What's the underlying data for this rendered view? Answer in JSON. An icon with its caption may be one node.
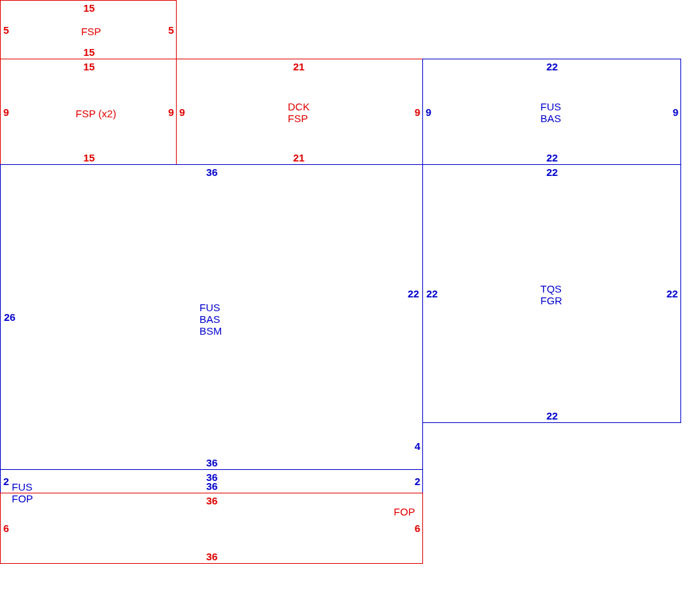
{
  "diagram": {
    "nodes": [
      {
        "text": [
          "15",
          "5",
          "FSP",
          "5",
          "15"
        ]
      },
      {
        "text": [
          "15",
          "9",
          "FSP (x2)",
          "9",
          "15"
        ]
      },
      {
        "text": [
          "21",
          "9",
          "DCK FSP",
          "9",
          "21"
        ]
      },
      {
        "text": [
          "22",
          "9",
          "FUS BAS",
          "9",
          "22"
        ]
      },
      {
        "text": [
          "36",
          "26",
          "FUS BAS BSM",
          "22",
          "4",
          "36"
        ]
      },
      {
        "text": [
          "22",
          "22",
          "TQS FGR",
          "22",
          "22"
        ]
      },
      {
        "text": [
          "36",
          "2",
          "FUS FOP",
          "2",
          "36"
        ]
      },
      {
        "text": [
          "36",
          "6",
          "FOP",
          "6",
          "36"
        ]
      }
    ]
  }
}
